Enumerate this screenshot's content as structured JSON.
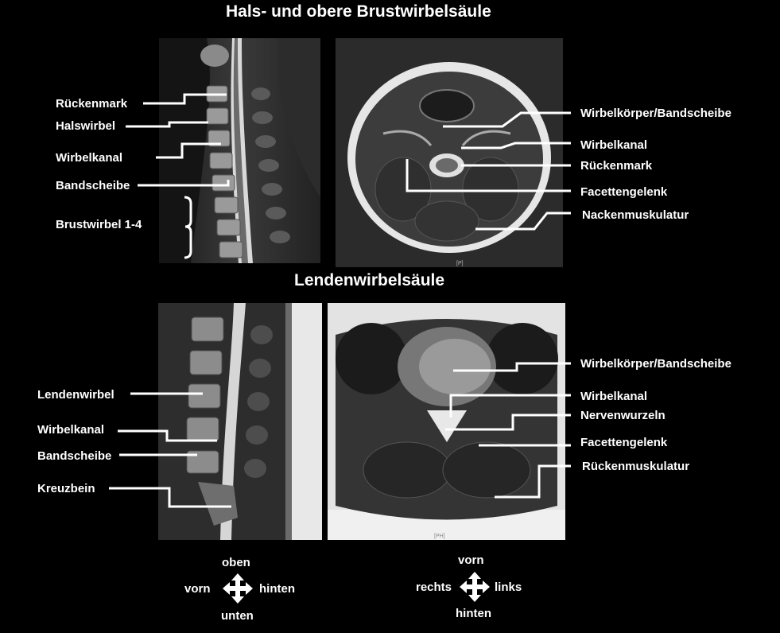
{
  "titles": {
    "cervical": "Hals- und obere Brustwirbelsäule",
    "lumbar": "Lendenwirbelsäule"
  },
  "cervical_sagittal": {
    "labels": [
      "Rückenmark",
      "Halswirbel",
      "Wirbelkanal",
      "Bandscheibe",
      "Brustwirbel 1-4"
    ]
  },
  "cervical_axial": {
    "labels": [
      "Wirbelkörper/Bandscheibe",
      "Wirbelkanal",
      "Rückenmark",
      "Facettengelenk",
      "Nackenmuskulatur"
    ],
    "corner_mark": "[P]"
  },
  "lumbar_sagittal": {
    "labels": [
      "Lendenwirbel",
      "Wirbelkanal",
      "Bandscheibe",
      "Kreuzbein"
    ]
  },
  "lumbar_axial": {
    "labels": [
      "Wirbelkörper/Bandscheibe",
      "Wirbelkanal",
      "Nervenwurzeln",
      "Facettengelenk",
      "Rückenmuskulatur"
    ],
    "corner_mark": "[PH]"
  },
  "orientation_sagittal": {
    "top": "oben",
    "left": "vorn",
    "right": "hinten",
    "bottom": "unten"
  },
  "orientation_axial": {
    "top": "vorn",
    "left": "rechts",
    "right": "links",
    "bottom": "hinten"
  },
  "colors": {
    "background": "#000000",
    "text": "#ffffff",
    "leader": "#ffffff"
  },
  "icons": {
    "orientation": "four-way-arrow-icon"
  }
}
